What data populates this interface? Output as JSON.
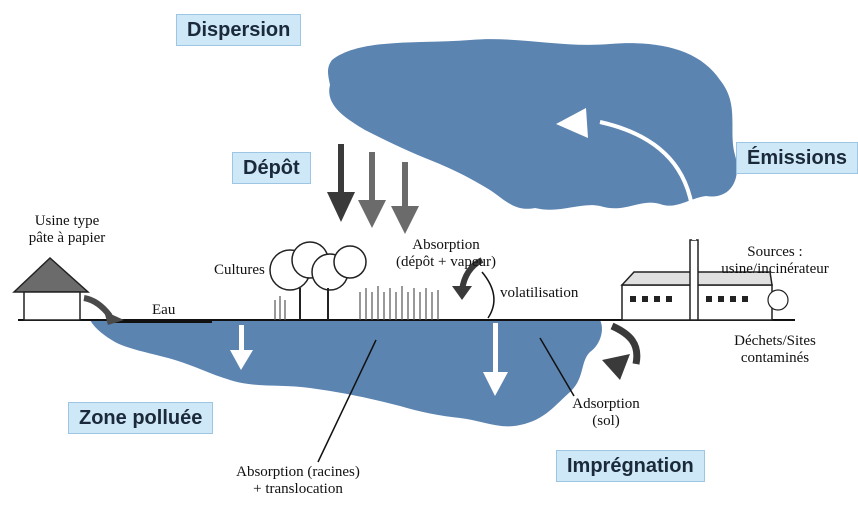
{
  "labels": {
    "dispersion": "Dispersion",
    "depot": "Dépôt",
    "emissions": "Émissions",
    "zone_polluee": "Zone polluée",
    "impregnation": "Imprégnation"
  },
  "notes": {
    "usine_line1": "Usine type",
    "usine_line2": "pâte à papier",
    "cultures": "Cultures",
    "absorption_vapeur_line1": "Absorption",
    "absorption_vapeur_line2": "(dépôt + vapeur)",
    "volatilisation": "volatilisation",
    "eau": "Eau",
    "sources_line1": "Sources :",
    "sources_line2": "usine/incinérateur",
    "dechets_line1": "Déchets/Sites",
    "dechets_line2": "contaminés",
    "adsorption_line1": "Adsorption",
    "adsorption_line2": "(sol)",
    "racines_line1": "Absorption (racines)",
    "racines_line2": "+ translocation"
  },
  "colors": {
    "pollution_blue": "#5b84b1",
    "label_bg": "#cfe8f7",
    "arrow_dark": "#3a3a3a",
    "arrow_gray": "#6b6b6b"
  }
}
